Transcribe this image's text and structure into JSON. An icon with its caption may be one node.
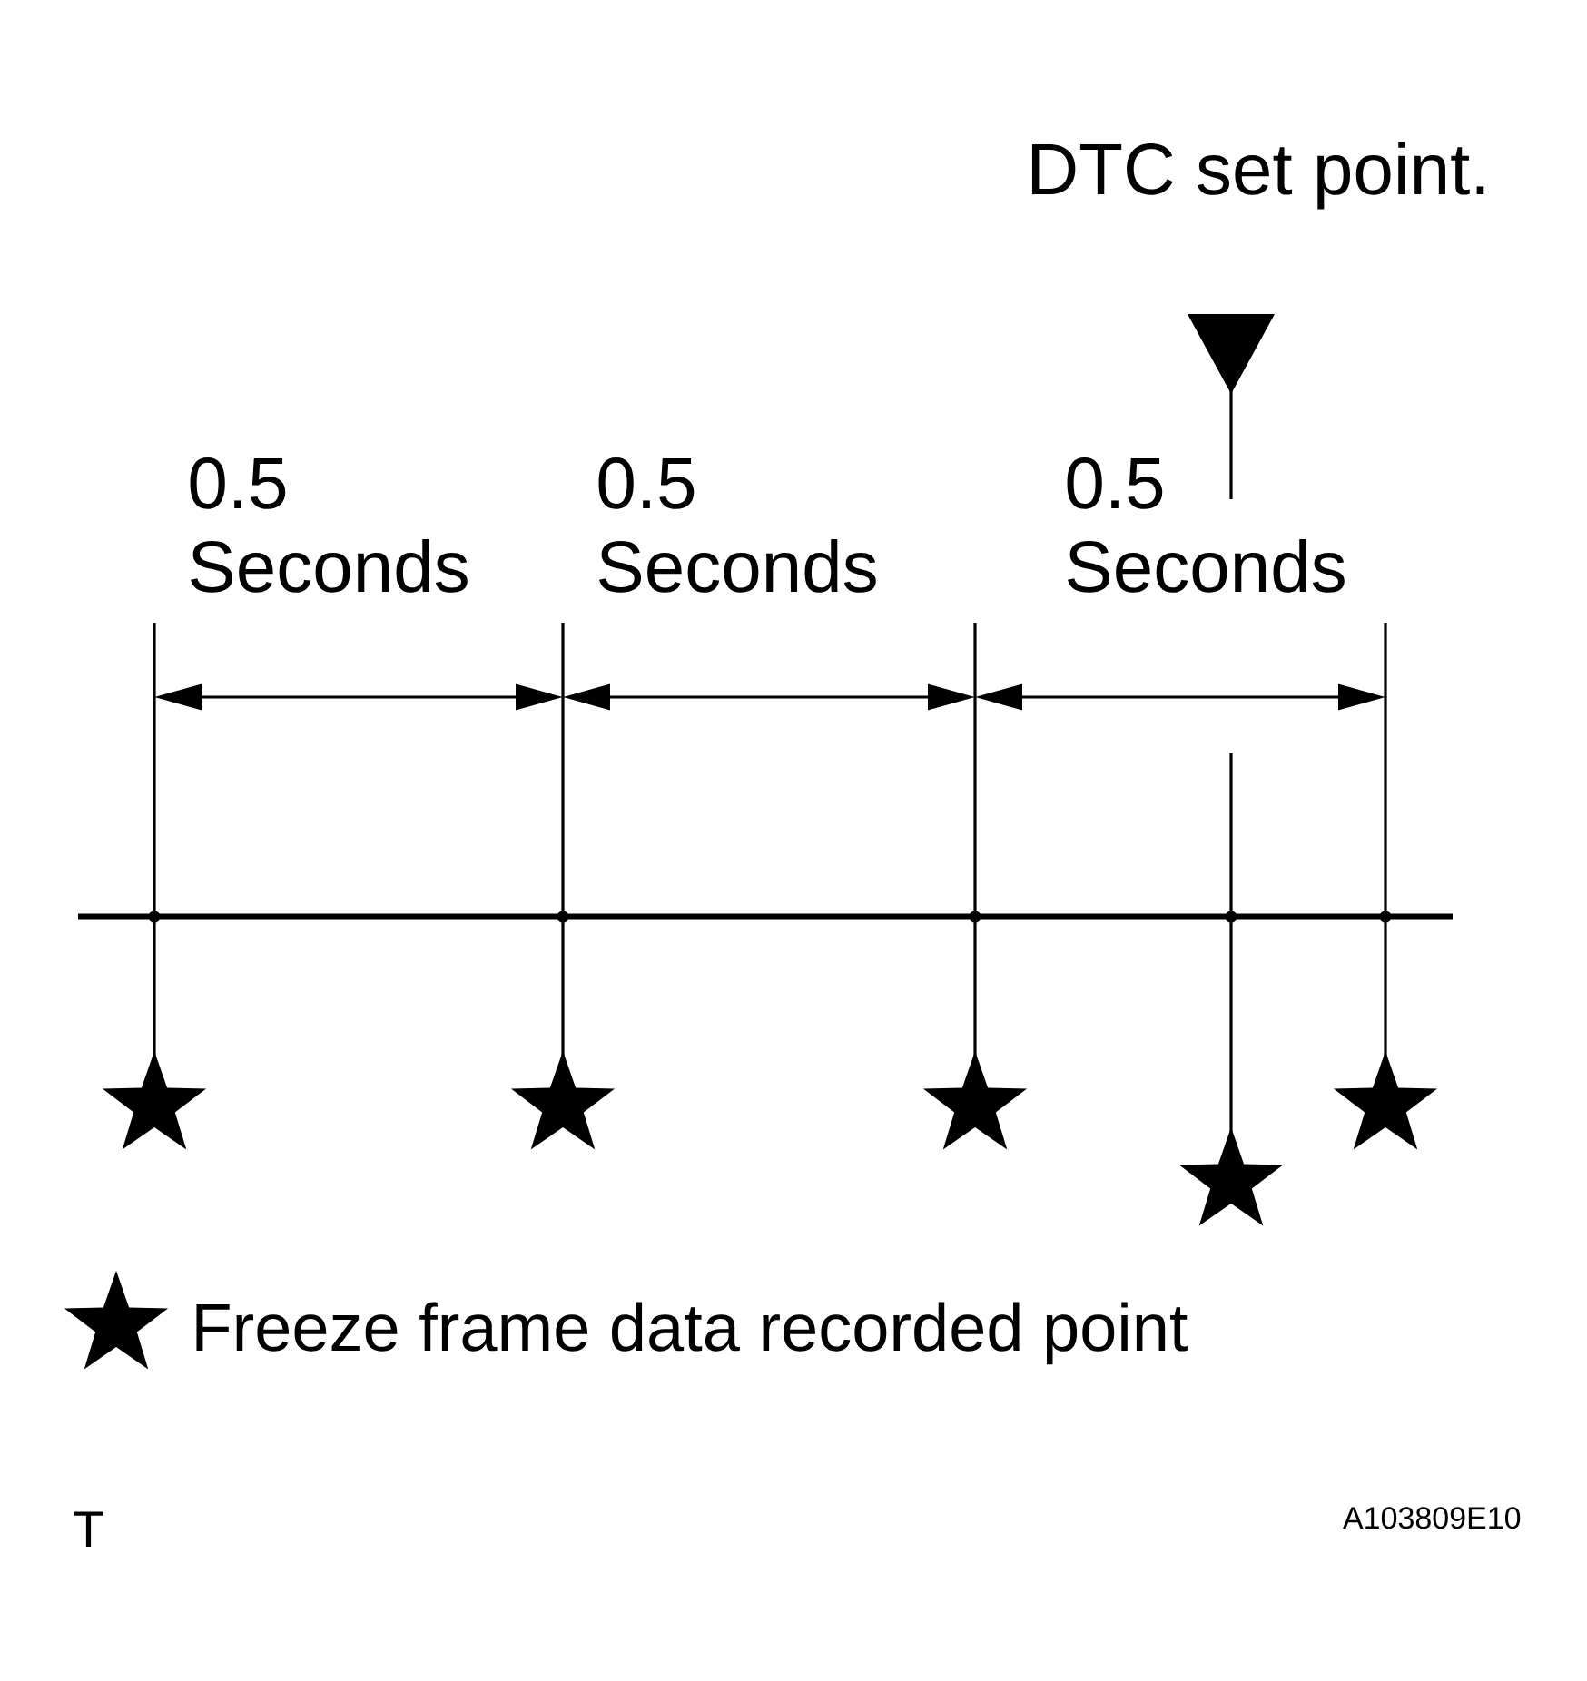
{
  "diagram": {
    "labels": [
      "DTC set point.",
      "0.5 Seconds",
      "0.5 Seconds",
      "0.5 Seconds",
      "T",
      "A103809E10"
    ],
    "legend": [
      {
        "text": "Freeze frame data recorded point"
      }
    ]
  }
}
